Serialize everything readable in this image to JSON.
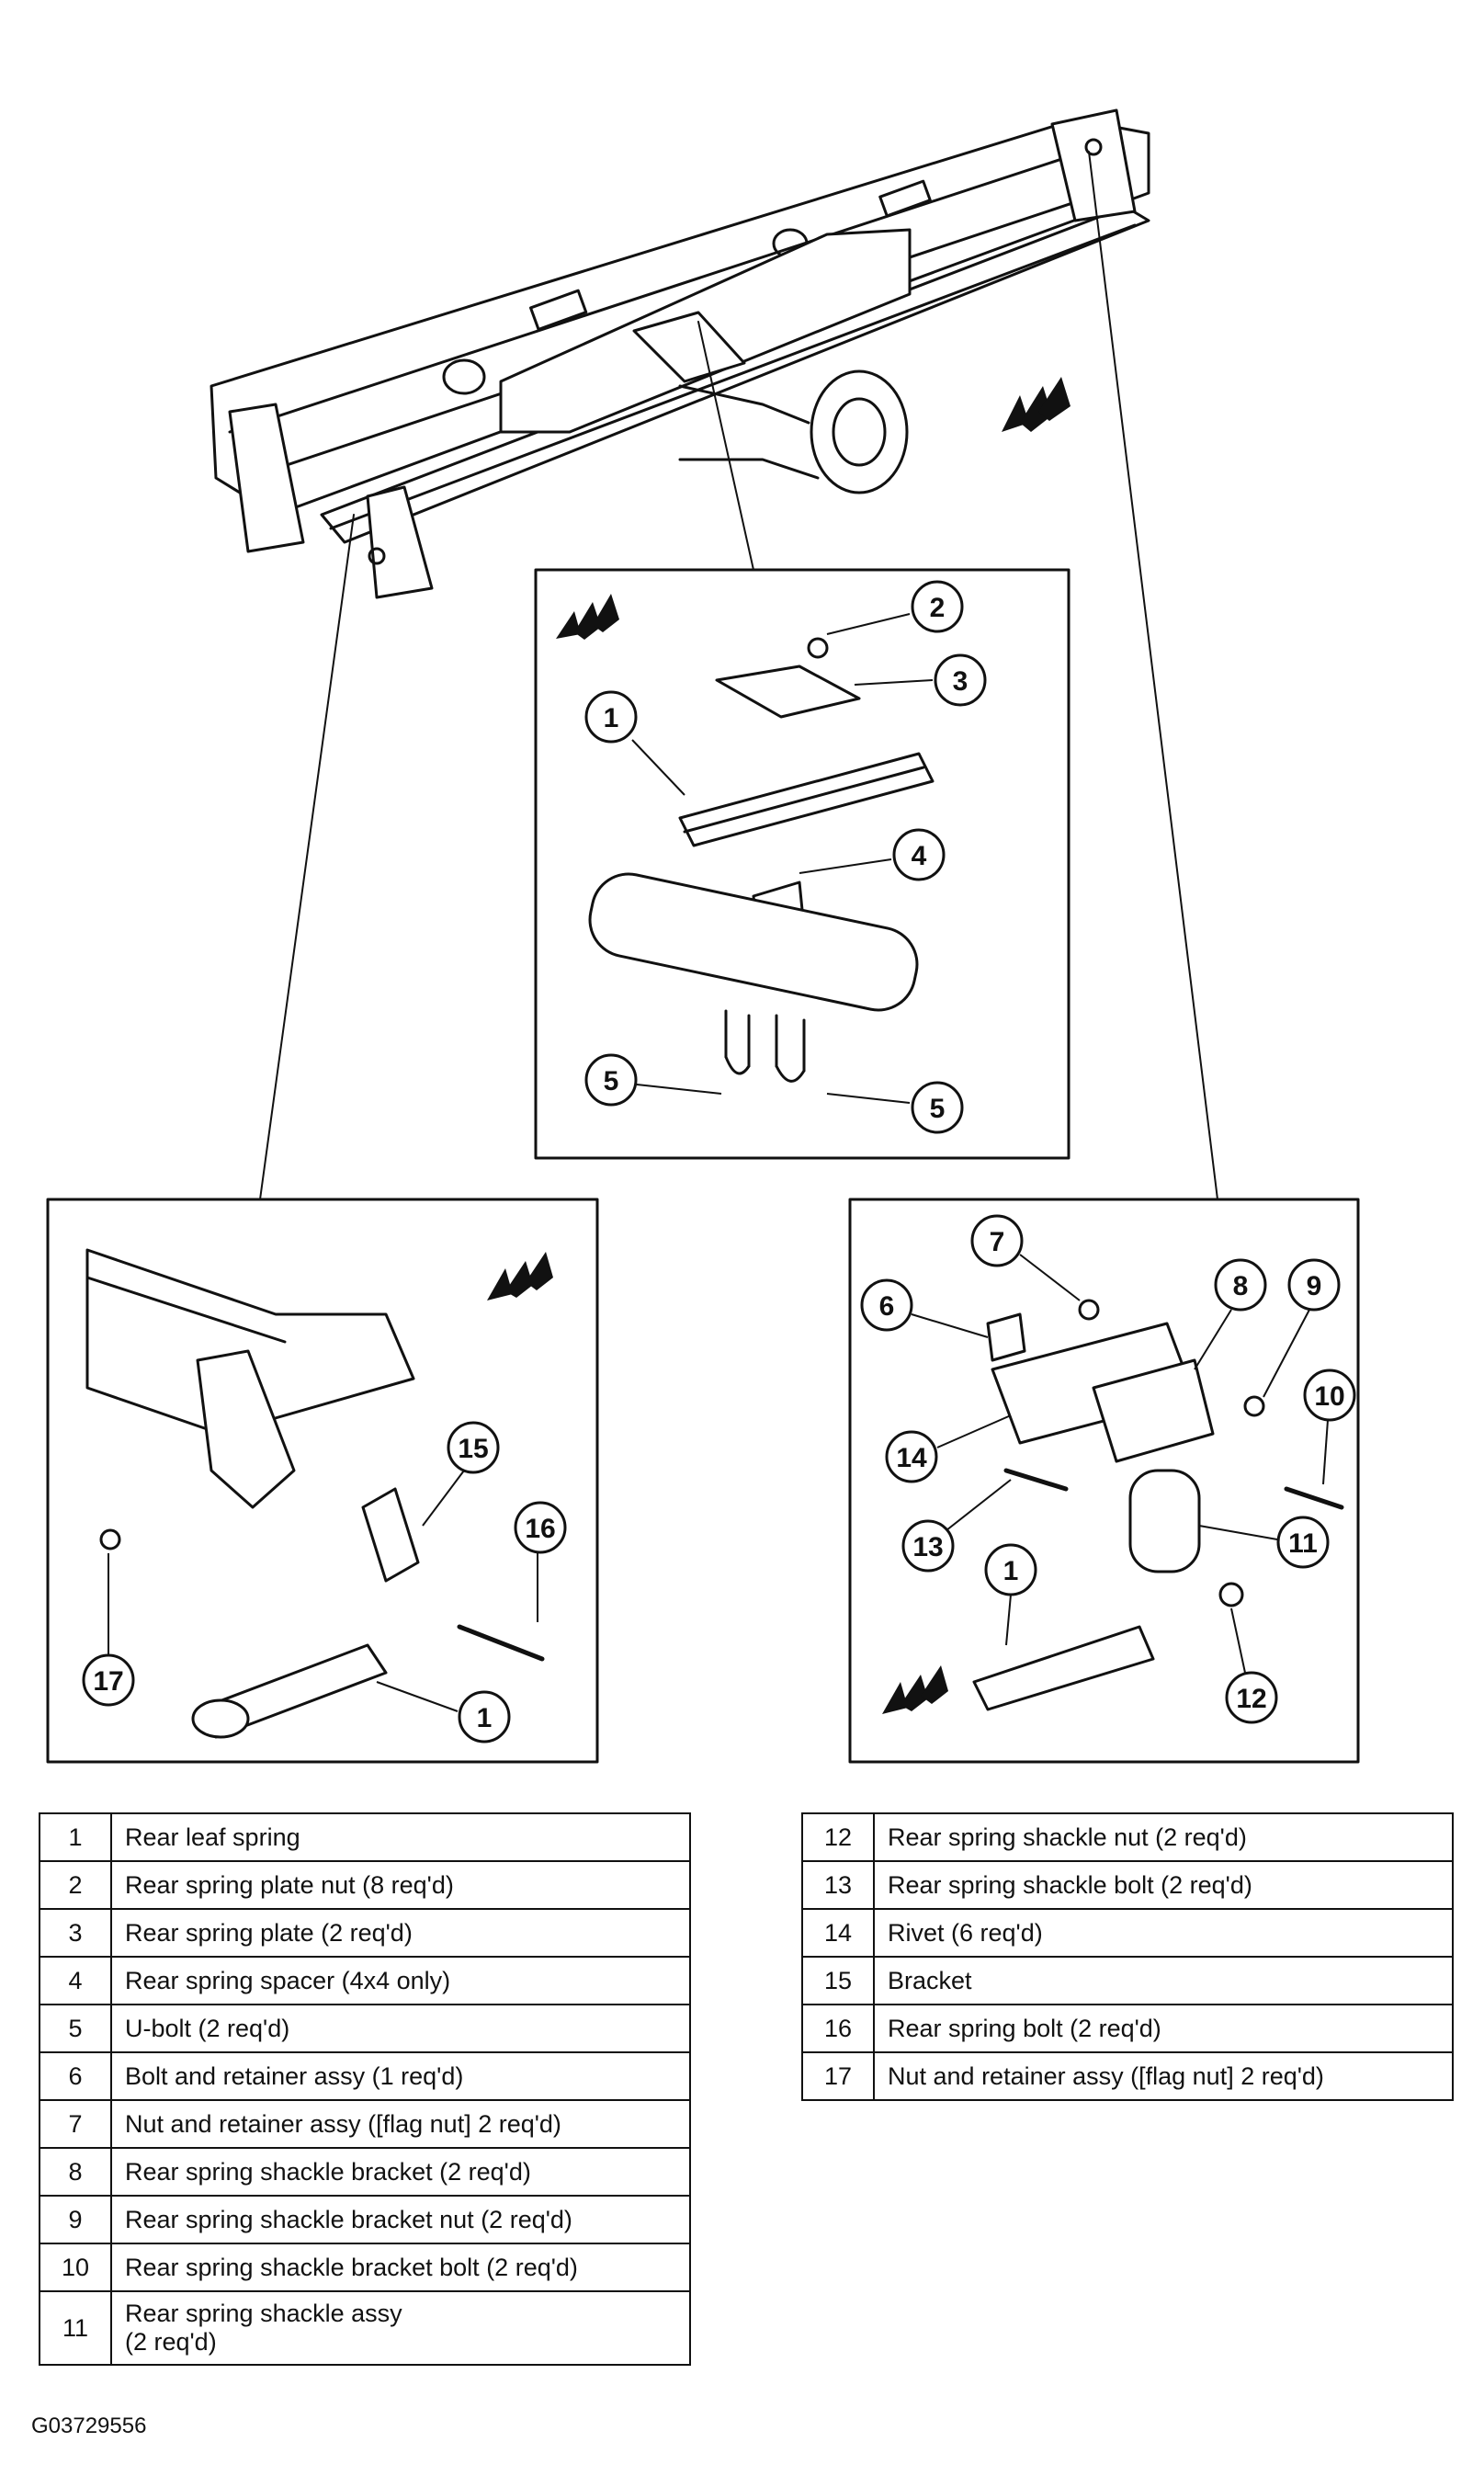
{
  "figure_id": "G03729556",
  "callouts": {
    "center": [
      "2",
      "3",
      "1",
      "4",
      "5",
      "5"
    ],
    "left": [
      "15",
      "16",
      "17",
      "1"
    ],
    "right": [
      "7",
      "8",
      "9",
      "6",
      "10",
      "14",
      "13",
      "11",
      "1",
      "12"
    ]
  },
  "legend_left": [
    {
      "num": "1",
      "desc": "Rear leaf spring"
    },
    {
      "num": "2",
      "desc": "Rear spring plate nut (8 req'd)"
    },
    {
      "num": "3",
      "desc": "Rear spring plate (2 req'd)"
    },
    {
      "num": "4",
      "desc": "Rear spring spacer (4x4 only)"
    },
    {
      "num": "5",
      "desc": "U-bolt (2 req'd)"
    },
    {
      "num": "6",
      "desc": "Bolt and retainer assy (1 req'd)"
    },
    {
      "num": "7",
      "desc": "Nut and retainer assy ([flag nut] 2 req'd)"
    },
    {
      "num": "8",
      "desc": "Rear spring shackle bracket (2 req'd)"
    },
    {
      "num": "9",
      "desc": "Rear spring shackle bracket nut (2 req'd)"
    },
    {
      "num": "10",
      "desc": "Rear spring shackle bracket bolt (2 req'd)"
    },
    {
      "num": "11",
      "desc": "Rear spring shackle assy",
      "desc2": "(2 req'd)"
    }
  ],
  "legend_right": [
    {
      "num": "12",
      "desc": "Rear spring shackle nut (2 req'd)"
    },
    {
      "num": "13",
      "desc": "Rear spring shackle bolt (2 req'd)"
    },
    {
      "num": "14",
      "desc": "Rivet (6 req'd)"
    },
    {
      "num": "15",
      "desc": "Bracket"
    },
    {
      "num": "16",
      "desc": "Rear spring bolt (2 req'd)"
    },
    {
      "num": "17",
      "desc": "Nut and retainer assy ([flag nut] 2 req'd)"
    }
  ]
}
